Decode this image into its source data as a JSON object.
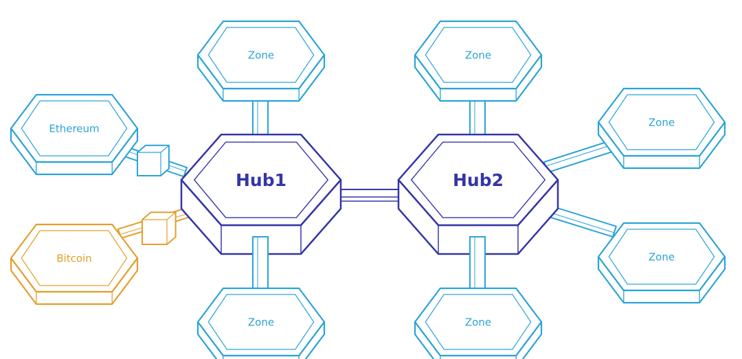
{
  "colors": {
    "zone": "#2aa3d6",
    "hub": "#3535a8",
    "bitcoin": "#e29e2a"
  },
  "hubs": [
    {
      "id": "hub1",
      "label": "Hub1"
    },
    {
      "id": "hub2",
      "label": "Hub2"
    }
  ],
  "zones": [
    {
      "id": "zone-hub1-top",
      "label": "Zone",
      "hub": "hub1"
    },
    {
      "id": "zone-hub2-top",
      "label": "Zone",
      "hub": "hub2"
    },
    {
      "id": "zone-hub2-right-upper",
      "label": "Zone",
      "hub": "hub2"
    },
    {
      "id": "zone-hub2-right-lower",
      "label": "Zone",
      "hub": "hub2"
    },
    {
      "id": "zone-hub1-bottom",
      "label": "Zone",
      "hub": "hub1"
    },
    {
      "id": "zone-hub2-bottom",
      "label": "Zone",
      "hub": "hub2"
    },
    {
      "id": "ethereum",
      "label": "Ethereum",
      "hub": "hub1",
      "peg": true
    },
    {
      "id": "bitcoin",
      "label": "Bitcoin",
      "hub": "hub1",
      "peg": true,
      "color": "bitcoin"
    }
  ],
  "links": [
    {
      "from": "hub1",
      "to": "hub2"
    }
  ]
}
